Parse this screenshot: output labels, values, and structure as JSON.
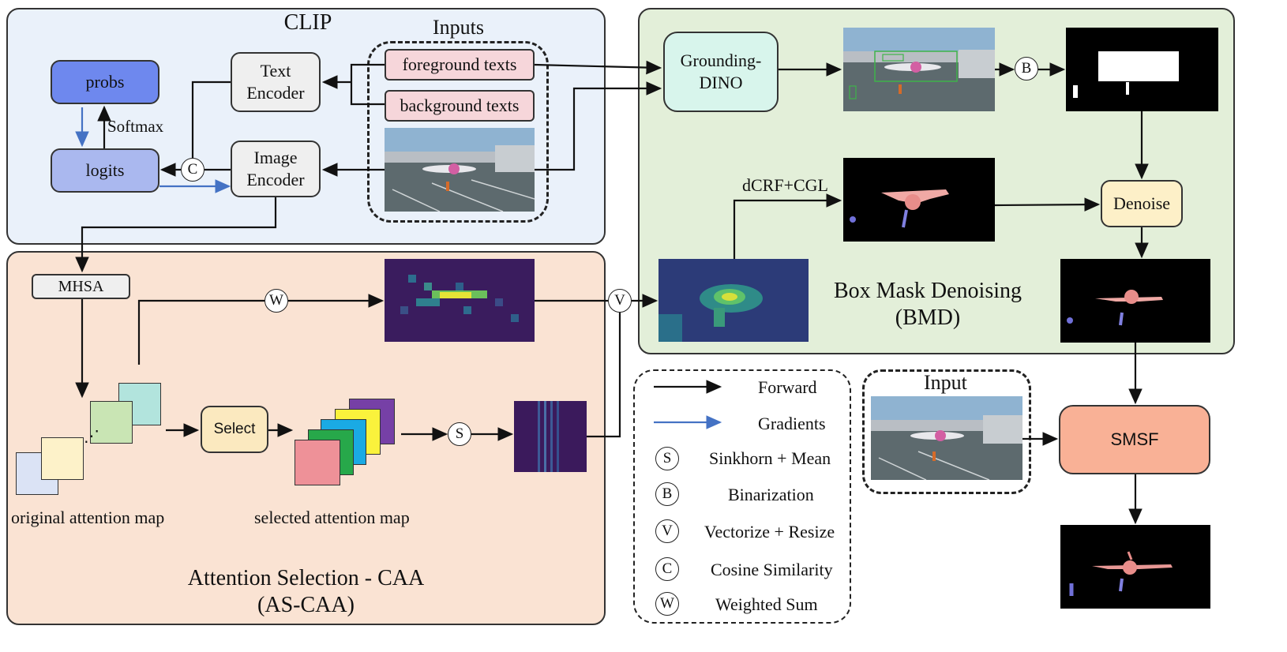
{
  "clip": {
    "title": "CLIP"
  },
  "inputs": {
    "title": "Inputs",
    "foreground": "foreground texts",
    "background": "background texts"
  },
  "clip_boxes": {
    "text_encoder": "Text\nEncoder",
    "image_encoder": "Image\nEncoder",
    "probs": "probs",
    "logits": "logits",
    "softmax": "Softmax"
  },
  "bmd": {
    "title": "Box Mask Denoising\n(BMD)",
    "grounding": "Grounding-\nDINO",
    "dcrf": "dCRF+CGL",
    "denoise": "Denoise"
  },
  "ascaa": {
    "title": "Attention Selection - CAA\n(AS-CAA)",
    "mhsa": "MHSA",
    "select": "Select",
    "original": "original attention map",
    "selected": "selected attention map"
  },
  "right": {
    "input_title": "Input",
    "smsf": "SMSF"
  },
  "ops": {
    "C": "C",
    "B": "B",
    "W": "W",
    "V": "V",
    "S": "S"
  },
  "legend": {
    "forward": "Forward",
    "gradients": "Gradients",
    "items": [
      {
        "sym": "S",
        "text": "Sinkhorn + Mean"
      },
      {
        "sym": "B",
        "text": "Binarization"
      },
      {
        "sym": "V",
        "text": "Vectorize +  Resize"
      },
      {
        "sym": "C",
        "text": "Cosine Similarity"
      },
      {
        "sym": "W",
        "text": "Weighted Sum"
      }
    ]
  },
  "colors": {
    "clip_bg": "#eaf1fa",
    "bmd_bg": "#e3efd9",
    "ascaa_bg": "#fae3d3",
    "probs": "#6e88ee",
    "logits": "#aab8ef",
    "encoder": "#efefef",
    "text_input": "#f6d6da",
    "grounding": "#d8f5ec",
    "select": "#fbe9bf",
    "denoise": "#fdf0c8",
    "smsf": "#f9b196",
    "gradient_arrow": "#4472c4"
  }
}
